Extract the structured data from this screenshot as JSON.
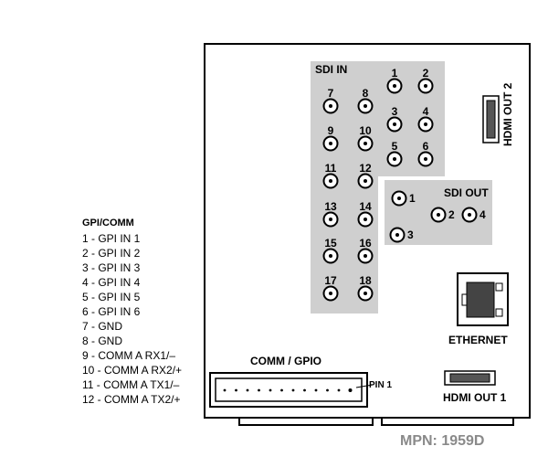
{
  "labels": {
    "sdi_in": "SDI IN",
    "sdi_out": "SDI OUT",
    "hdmi_out_2": "HDMI OUT 2",
    "hdmi_out_1": "HDMI OUT 1",
    "ethernet": "ETHERNET",
    "comm_gpio": "COMM / GPIO",
    "pin1": "PIN 1",
    "mpn": "MPN: 1959D"
  },
  "sdi_in_ports": [
    "1",
    "2",
    "3",
    "4",
    "5",
    "6",
    "7",
    "8",
    "9",
    "10",
    "11",
    "12",
    "13",
    "14",
    "15",
    "16",
    "17",
    "18"
  ],
  "sdi_out_ports": [
    "1",
    "2",
    "3",
    "4"
  ],
  "gpi_comm": {
    "title": "GPI/COMM",
    "pins": [
      "1 - GPI IN 1",
      "2 - GPI IN 2",
      "3 - GPI IN 3",
      "4 - GPI IN 4",
      "5 - GPI IN 5",
      "6 - GPI IN 6",
      "7 - GND",
      "8 - GND",
      "9 - COMM A RX1/–",
      "10 - COMM A RX2/+",
      "11 - COMM A TX1/–",
      "12 - COMM A TX2/+"
    ]
  },
  "colors": {
    "panel_bg": "#ffffff",
    "sdi_block": "#cfcfcf",
    "outline": "#000000",
    "mpn_text": "#8a8a8a"
  }
}
